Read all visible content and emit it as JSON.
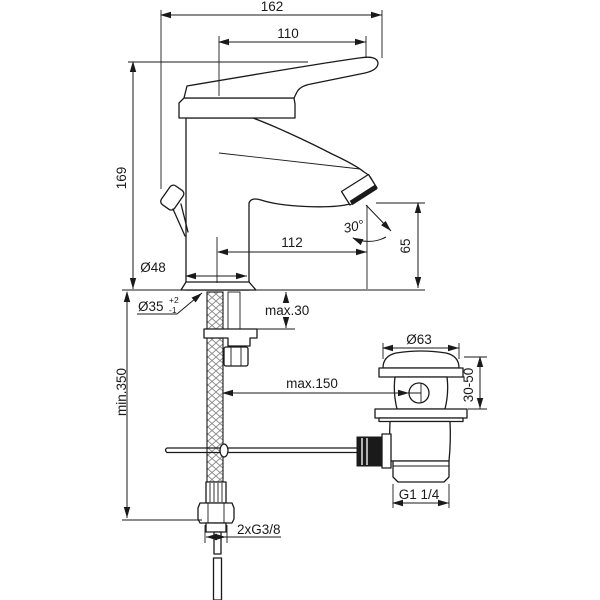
{
  "drawing": {
    "kind": "faucet installation dimension diagram",
    "line_color": "#1a1a1a",
    "background_color": "#ffffff",
    "labels": {
      "total_width": "162",
      "lever_projection": "110",
      "total_height": "169",
      "spout_reach": "112",
      "spray_angle": "30°",
      "outlet_height": "65",
      "body_diameter": "Ø48",
      "hole_diameter": "Ø35",
      "hole_tol_upper": "+2",
      "hole_tol_lower": "-1",
      "max_deck_thickness": "max.30",
      "min_hose_length": "min.350",
      "max_waste_distance": "max.150",
      "waste_flange_diameter": "Ø63",
      "waste_clamp_range": "30-50",
      "waste_thread": "G1 1/4",
      "supply_connection": "2xG3/8"
    }
  }
}
